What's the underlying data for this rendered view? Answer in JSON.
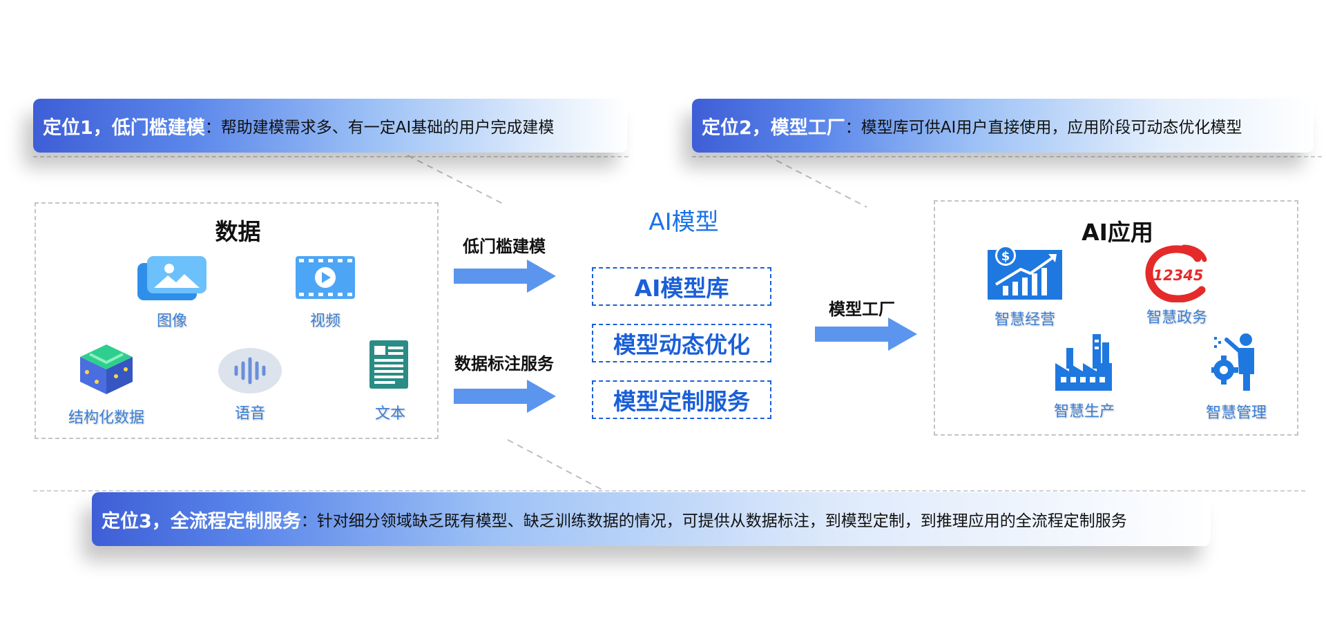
{
  "positions": [
    {
      "title": "定位1，低门槛建模",
      "desc": "：帮助建模需求多、有一定AI基础的用户完成建模"
    },
    {
      "title": "定位2，模型工厂",
      "desc": "：模型库可供AI用户直接使用，应用阶段可动态优化模型"
    },
    {
      "title": "定位3，全流程定制服务",
      "desc": "：针对细分领域缺乏既有模型、缺乏训练数据的情况，可提供从数据标注，到模型定制，到推理应用的全流程定制服务"
    }
  ],
  "data_panel": {
    "title": "数据",
    "items": [
      "图像",
      "视频",
      "结构化数据",
      "语音",
      "文本"
    ]
  },
  "flows": {
    "low_code": "低门槛建模",
    "annotation": "数据标注服务",
    "factory": "模型工厂"
  },
  "model": {
    "title": "AI模型",
    "boxes": [
      "AI模型库",
      "模型动态优化",
      "模型定制服务"
    ]
  },
  "app_panel": {
    "title": "AI应用",
    "items": [
      "智慧经营",
      "智慧政务",
      "智慧生产",
      "智慧管理"
    ],
    "gov_badge_text": "12345"
  },
  "colors": {
    "accent_blue": "#1a5fd8",
    "arrow_blue": "#5b95ee",
    "icon_label_blue": "#3b7fd6"
  }
}
